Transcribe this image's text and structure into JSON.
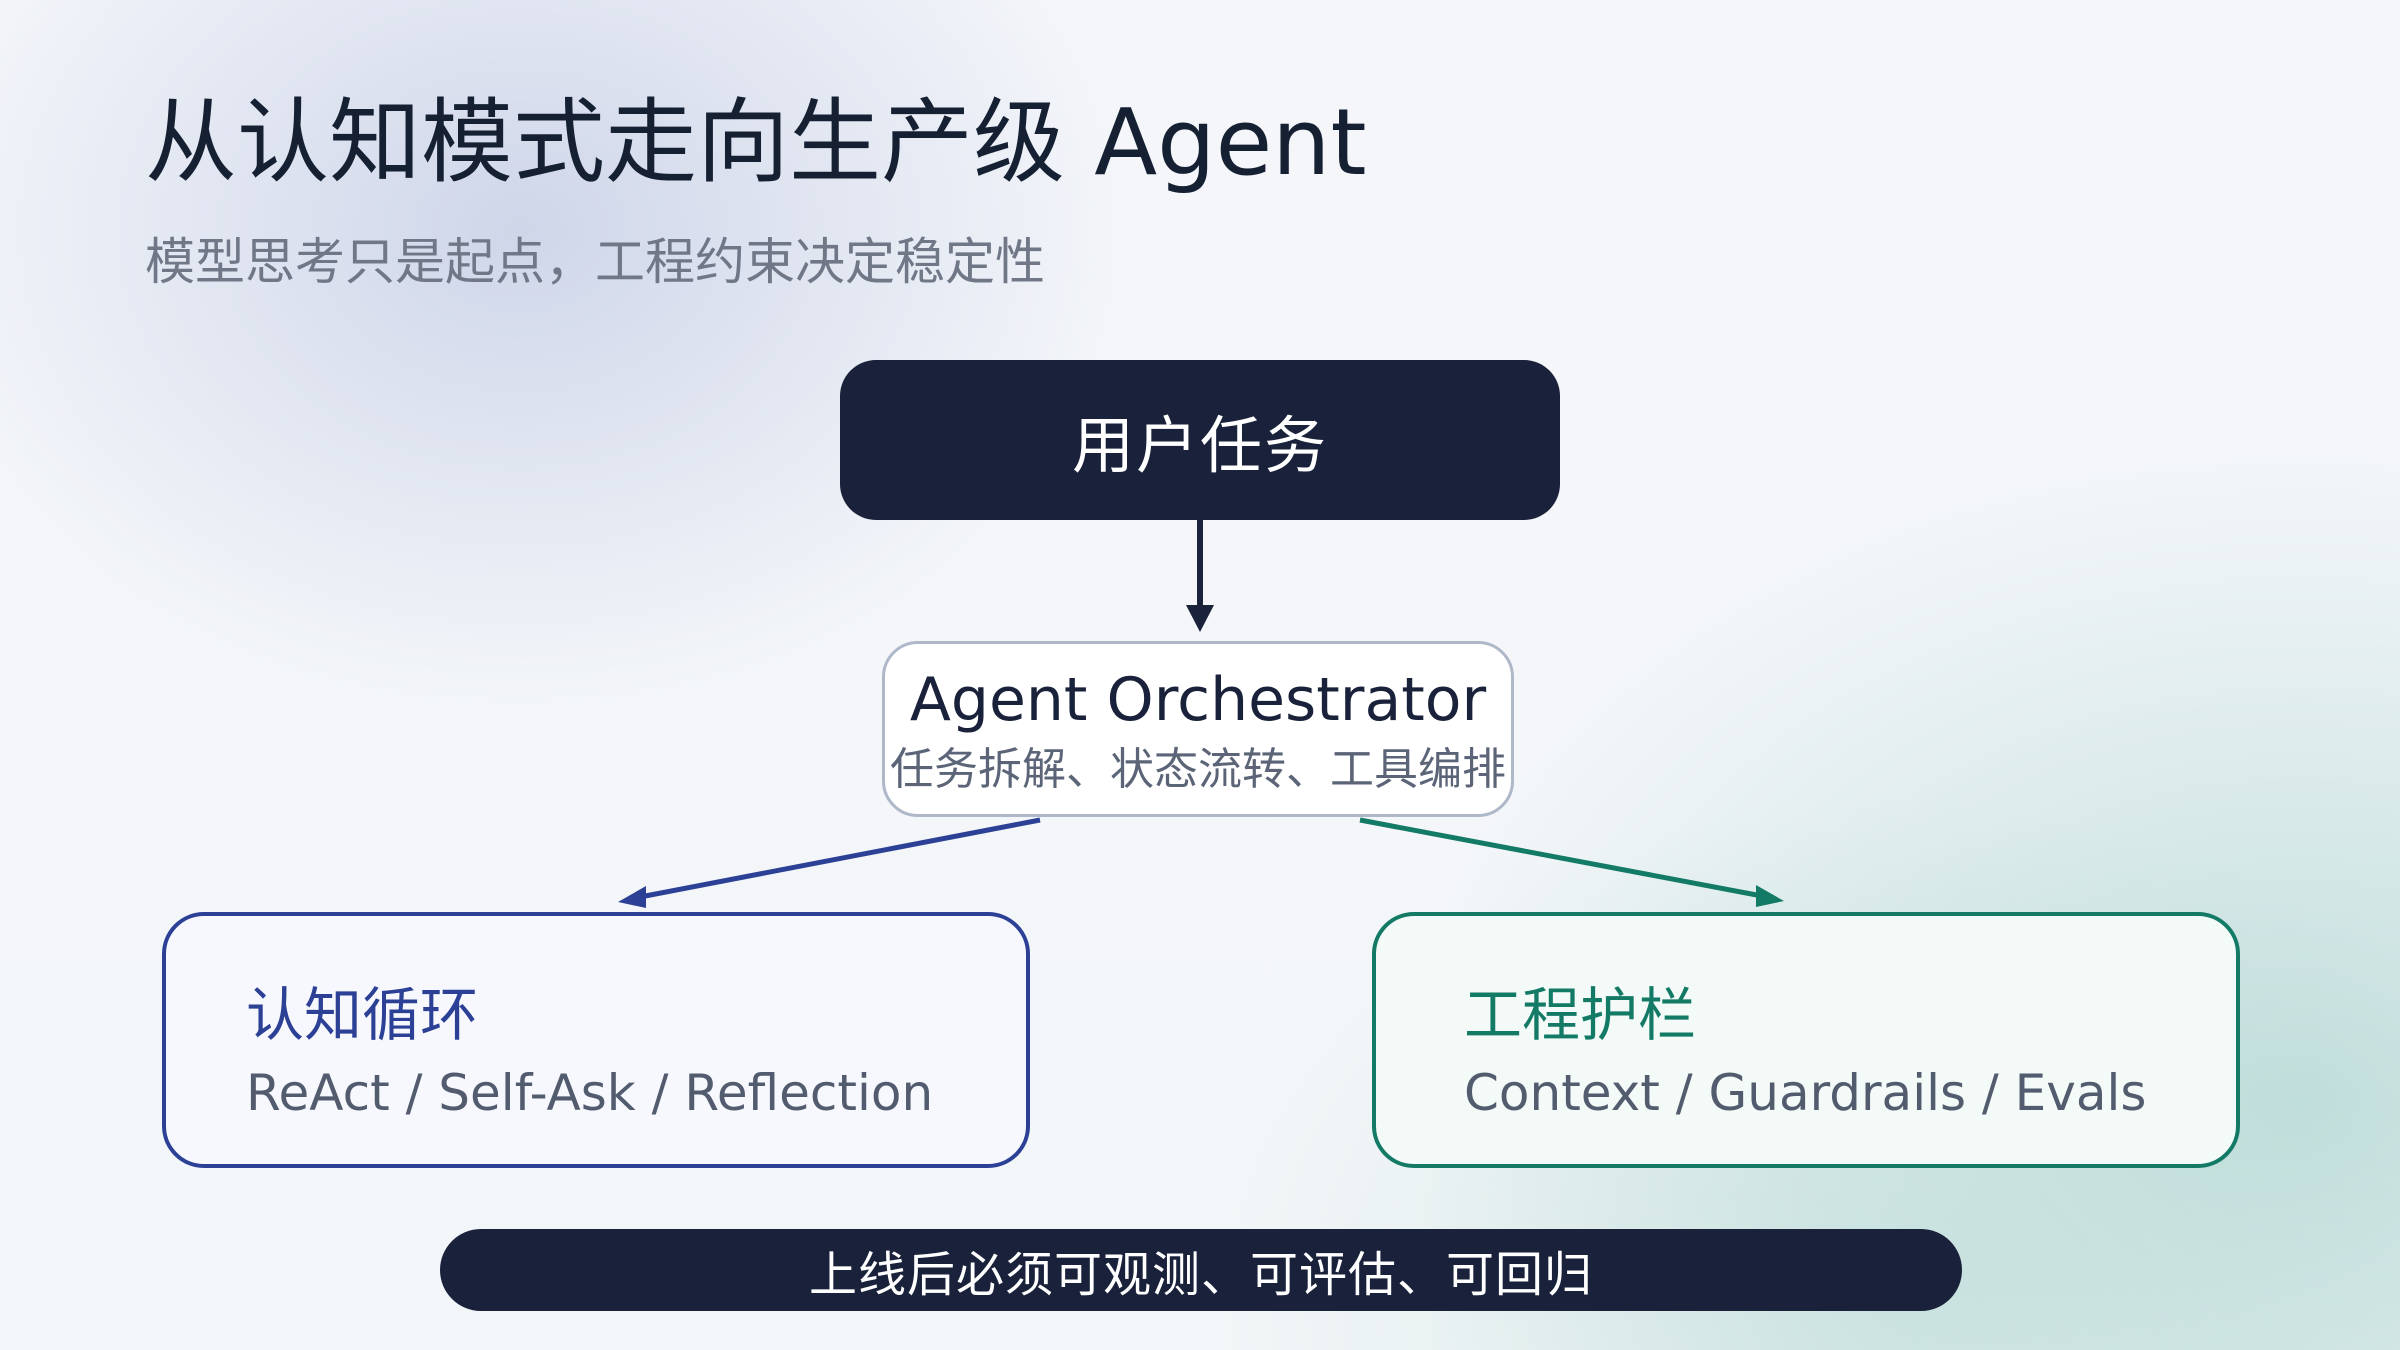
{
  "slide": {
    "title": "从认知模式走向生产级 Agent",
    "subtitle": "模型思考只是起点，工程约束决定稳定性"
  },
  "diagram": {
    "user_task": "用户任务",
    "orchestrator": {
      "title": "Agent Orchestrator",
      "subtitle": "任务拆解、状态流转、工具编排"
    },
    "cognitive_loop": {
      "title": "认知循环",
      "items": "ReAct / Self-Ask / Reflection"
    },
    "engineering_guardrails": {
      "title": "工程护栏",
      "items": "Context / Guardrails / Evals"
    },
    "footer": "上线后必须可观测、可评估、可回归"
  },
  "colors": {
    "dark_navy": "#19223a",
    "cognitive_blue": "#2c4196",
    "guardrail_green": "#137a66",
    "orchestrator_border": "#aeb8c8"
  }
}
